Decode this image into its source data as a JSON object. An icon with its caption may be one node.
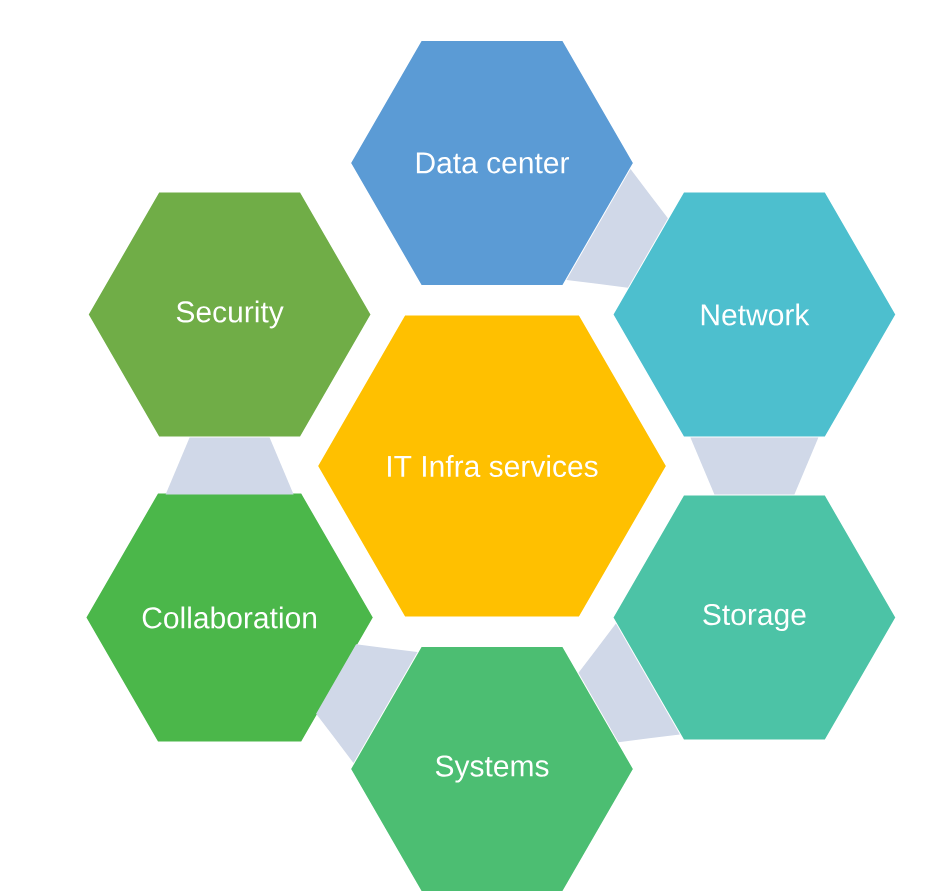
{
  "diagram": {
    "nodes": [
      {
        "text": [
          "Data center"
        ]
      },
      {
        "text": [
          "Security"
        ]
      },
      {
        "text": [
          "Network"
        ]
      },
      {
        "text": [
          "IT Infra services"
        ]
      },
      {
        "text": [
          "Collaboration"
        ]
      },
      {
        "text": [
          "Storage"
        ]
      },
      {
        "text": [
          "Systems"
        ]
      }
    ],
    "edges": [
      {
        "from": 0,
        "to": 2,
        "arrow": "none"
      },
      {
        "from": 2,
        "to": 5,
        "arrow": "none"
      },
      {
        "from": 5,
        "to": 6,
        "arrow": "none"
      },
      {
        "from": 6,
        "to": 4,
        "arrow": "none"
      },
      {
        "from": 4,
        "to": 1,
        "arrow": "none"
      }
    ]
  }
}
